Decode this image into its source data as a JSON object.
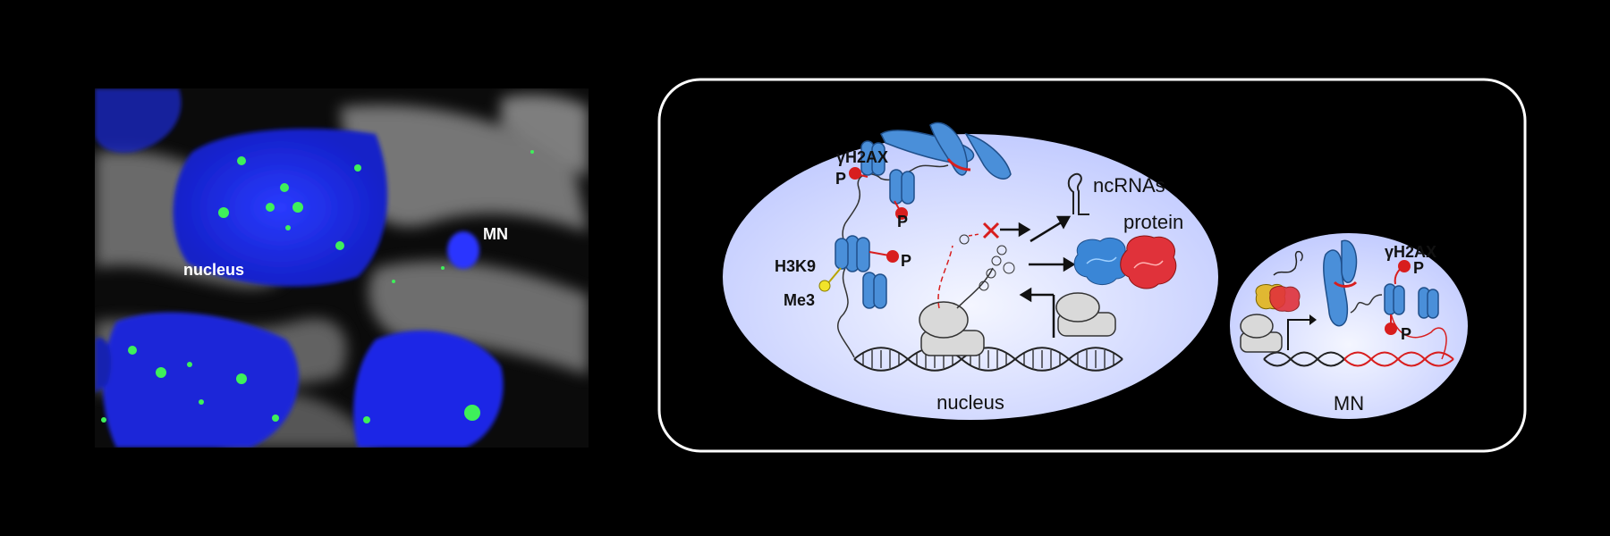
{
  "micrograph": {
    "labels": {
      "nucleus": "nucleus",
      "mn": "MN"
    },
    "colors": {
      "background": "#0a0a0a",
      "dapi": "#1e2cff",
      "foci": "#35e04a"
    }
  },
  "diagram": {
    "nucleus_panel": {
      "caption": "nucleus",
      "gh2ax": "γH2AX",
      "p_marks": [
        "P",
        "P",
        "P"
      ],
      "h3k9": "H3K9",
      "me3": "Me3",
      "ncrnas": "ncRNAs",
      "protein": "protein"
    },
    "mn_panel": {
      "caption": "MN",
      "gh2ax": "γH2AX",
      "p_marks": [
        "P",
        "P"
      ]
    },
    "colors": {
      "frame": "#ffffff",
      "cell_fill": "#c8d2ff",
      "histone": "#3f86d6",
      "phospho": "#d81e1e",
      "methyl": "#f2e32a",
      "polymerase": "#d8d8d8"
    }
  }
}
